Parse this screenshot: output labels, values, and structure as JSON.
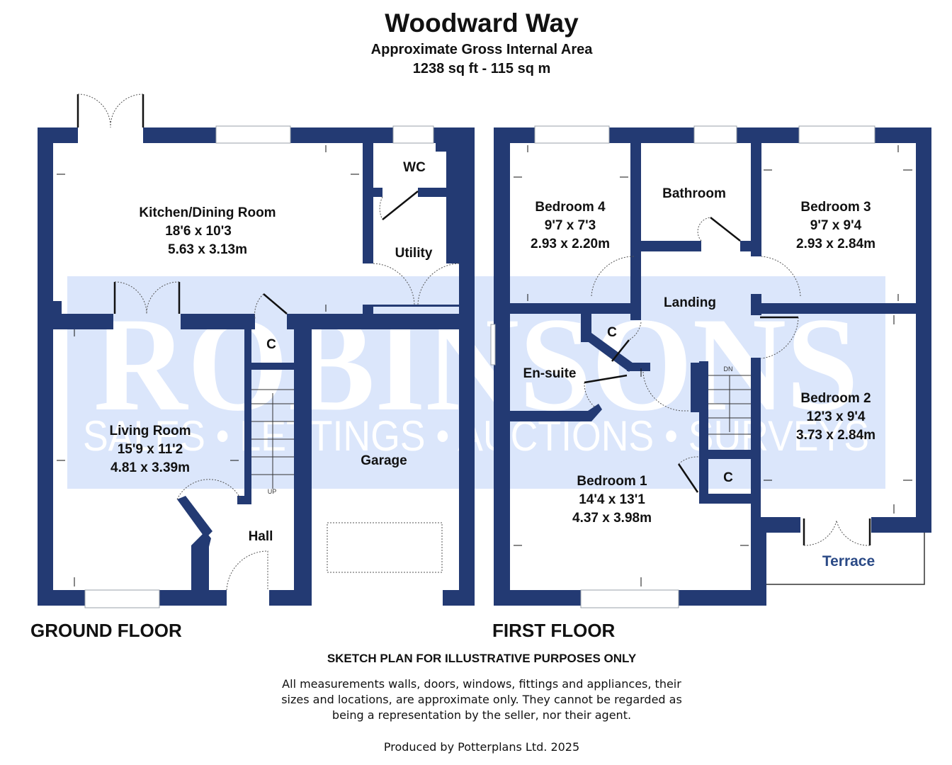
{
  "header": {
    "title": "Woodward Way",
    "subtitle": "Approximate Gross Internal Area",
    "area": "1238 sq ft - 115 sq m"
  },
  "watermark": {
    "brand": "ROBINSONS",
    "tagline": "SALES • LETTINGS • AUCTIONS • SURVEYS"
  },
  "colors": {
    "walls": "#233a73",
    "watermark_band": "#dbe6fb",
    "terrace_label": "#2b4a86"
  },
  "ground_floor": {
    "label": "GROUND FLOOR",
    "rooms": [
      {
        "name": "Kitchen/Dining Room",
        "imperial": "18'6 x 10'3",
        "metric": "5.63 x 3.13m"
      },
      {
        "name": "WC"
      },
      {
        "name": "Utility"
      },
      {
        "name": "C"
      },
      {
        "name": "Living Room",
        "imperial": "15'9 x 11'2",
        "metric": "4.81 x 3.39m"
      },
      {
        "name": "Garage"
      },
      {
        "name": "Hall"
      }
    ],
    "stairs_label": "UP"
  },
  "first_floor": {
    "label": "FIRST FLOOR",
    "rooms": [
      {
        "name": "Bedroom 4",
        "imperial": "9'7 x 7'3",
        "metric": "2.93 x 2.20m"
      },
      {
        "name": "Bathroom"
      },
      {
        "name": "Bedroom 3",
        "imperial": "9'7 x 9'4",
        "metric": "2.93 x 2.84m"
      },
      {
        "name": "Landing"
      },
      {
        "name": "C"
      },
      {
        "name": "En-suite"
      },
      {
        "name": "Bedroom 2",
        "imperial": "12'3 x 9'4",
        "metric": "3.73 x 2.84m"
      },
      {
        "name": "C"
      },
      {
        "name": "Bedroom 1",
        "imperial": "14'4 x 13'1",
        "metric": "4.37 x 3.98m"
      },
      {
        "name": "Terrace"
      }
    ],
    "stairs_label": "DN"
  },
  "footer": {
    "disclaimer_title": "SKETCH PLAN FOR ILLUSTRATIVE PURPOSES ONLY",
    "disclaimer_lines": [
      "All measurements walls, doors, windows, fittings and appliances, their",
      "sizes and locations, are approximate only. They cannot be regarded as",
      "being a representation by the seller, nor their agent."
    ],
    "credit": "Produced by Potterplans Ltd. 2025"
  }
}
